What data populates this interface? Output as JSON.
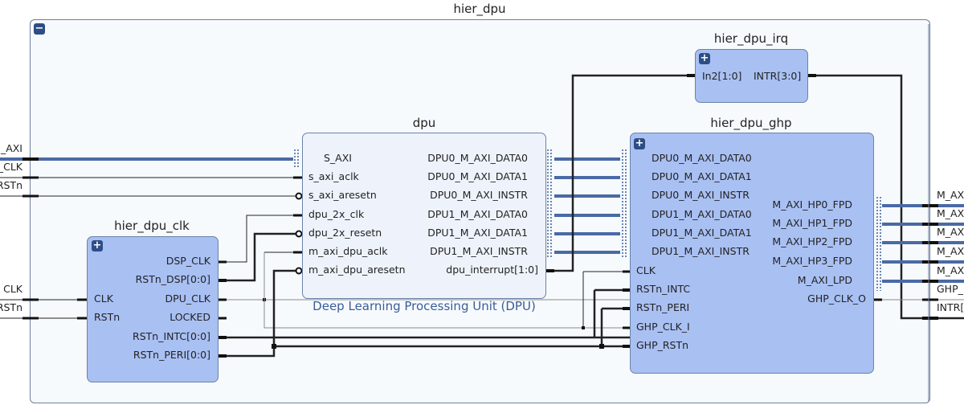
{
  "hier": {
    "title": "hier_dpu",
    "collapse_icon": "minus-icon"
  },
  "external_ports_left": [
    {
      "label": "_AXI",
      "kind": "bus"
    },
    {
      "label": "_CLK",
      "kind": "wire"
    },
    {
      "label": "RSTn",
      "kind": "wire"
    },
    {
      "label": "CLK",
      "kind": "wire"
    },
    {
      "label": "RSTn",
      "kind": "wire"
    }
  ],
  "external_ports_right": [
    {
      "label": "M_AX",
      "kind": "bus"
    },
    {
      "label": "M_AX",
      "kind": "bus"
    },
    {
      "label": "M_AX",
      "kind": "bus"
    },
    {
      "label": "M_AX",
      "kind": "bus"
    },
    {
      "label": "M_AX",
      "kind": "bus"
    },
    {
      "label": "GHP_",
      "kind": "wire"
    },
    {
      "label": "INTR[",
      "kind": "wire"
    }
  ],
  "dpu": {
    "title": "dpu",
    "subtitle": "Deep Learning Processing Unit (DPU)",
    "inputs": [
      "S_AXI",
      "s_axi_aclk",
      "s_axi_aresetn",
      "dpu_2x_clk",
      "dpu_2x_resetn",
      "m_axi_dpu_aclk",
      "m_axi_dpu_aresetn"
    ],
    "outputs": [
      "DPU0_M_AXI_DATA0",
      "DPU0_M_AXI_DATA1",
      "DPU0_M_AXI_INSTR",
      "DPU1_M_AXI_DATA0",
      "DPU1_M_AXI_DATA1",
      "DPU1_M_AXI_INSTR",
      "dpu_interrupt[1:0]"
    ]
  },
  "hier_dpu_clk": {
    "title": "hier_dpu_clk",
    "expand_icon": "plus-icon",
    "inputs": [
      "CLK",
      "RSTn"
    ],
    "outputs": [
      "DSP_CLK",
      "RSTn_DSP[0:0]",
      "DPU_CLK",
      "LOCKED",
      "RSTn_INTC[0:0]",
      "RSTn_PERI[0:0]"
    ]
  },
  "hier_dpu_irq": {
    "title": "hier_dpu_irq",
    "expand_icon": "plus-icon",
    "inputs": [
      "In2[1:0]"
    ],
    "outputs": [
      "INTR[3:0]"
    ]
  },
  "hier_dpu_ghp": {
    "title": "hier_dpu_ghp",
    "expand_icon": "plus-icon",
    "inputs": [
      "DPU0_M_AXI_DATA0",
      "DPU0_M_AXI_DATA1",
      "DPU0_M_AXI_INSTR",
      "DPU1_M_AXI_DATA0",
      "DPU1_M_AXI_DATA1",
      "DPU1_M_AXI_INSTR",
      "CLK",
      "RSTn_INTC",
      "RSTn_PERI",
      "GHP_CLK_I",
      "GHP_RSTn"
    ],
    "outputs": [
      "M_AXI_HP0_FPD",
      "M_AXI_HP1_FPD",
      "M_AXI_HP2_FPD",
      "M_AXI_HP3_FPD",
      "M_AXI_LPD",
      "GHP_CLK_O"
    ]
  },
  "colors": {
    "bus": "#4a6aa5",
    "wire": "#222222",
    "hier_block": "#a9c0f3",
    "ip_block": "#eef3fb",
    "frame": "#f7fafd"
  }
}
